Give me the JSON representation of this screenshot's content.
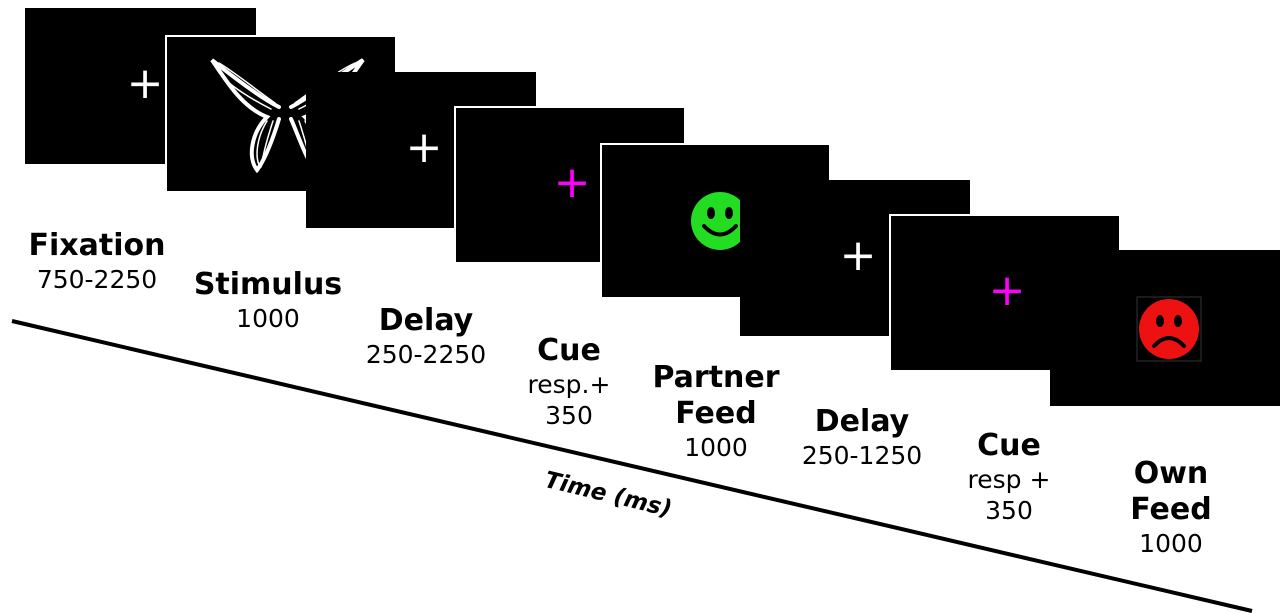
{
  "events": [
    {
      "id": "fixation",
      "name": "Fixation",
      "duration": "750-2250"
    },
    {
      "id": "stimulus",
      "name": "Stimulus",
      "duration": "1000"
    },
    {
      "id": "delay1",
      "name": "Delay",
      "duration": "250-2250"
    },
    {
      "id": "cue1",
      "name": "Cue",
      "duration_line1": "resp.+",
      "duration_line2": "350"
    },
    {
      "id": "partner",
      "name_line1": "Partner",
      "name_line2": "Feed",
      "duration": "1000"
    },
    {
      "id": "delay2",
      "name": "Delay",
      "duration": "250-1250"
    },
    {
      "id": "cue2",
      "name": "Cue",
      "duration_line1": "resp +",
      "duration_line2": "350"
    },
    {
      "id": "own",
      "name_line1": "Own",
      "name_line2": "Feed",
      "duration": "1000"
    }
  ],
  "symbols": {
    "fixation_cross": "+",
    "cue_cross": "+"
  },
  "colors": {
    "screen_bg": "#000000",
    "fixation_cross": "#ffffff",
    "cue_cross": "#ff00ff",
    "happy_face": "#22dd22",
    "sad_face": "#ee1111"
  },
  "icons": {
    "stimulus": "butterfly-icon",
    "partner_feedback": "smiley-face-icon",
    "own_feedback": "sad-face-icon"
  },
  "axis": {
    "label": "Time (ms)"
  }
}
